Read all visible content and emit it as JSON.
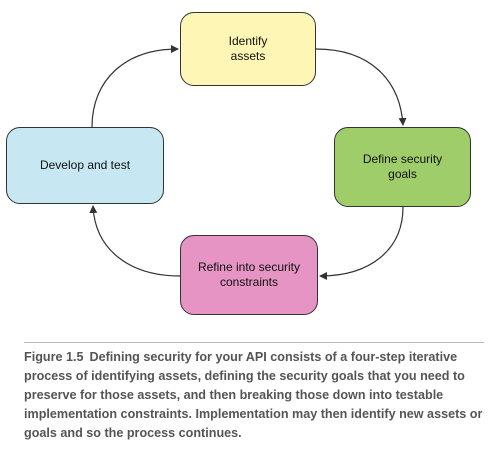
{
  "diagram": {
    "nodes": [
      {
        "id": "identify",
        "line1": "Identify",
        "line2": "assets",
        "color": "#fdf6b4"
      },
      {
        "id": "define",
        "line1": "Define security",
        "line2": "goals",
        "color": "#9fcd6a"
      },
      {
        "id": "refine",
        "line1": "Refine into security",
        "line2": "constraints",
        "color": "#e594c3"
      },
      {
        "id": "develop",
        "line1": "Develop and test",
        "line2": "",
        "color": "#c7e7f2"
      }
    ],
    "edge_color": "#333333"
  },
  "caption": {
    "number": "Figure 1.5",
    "text": "Defining security for your API consists of a four-step iterative process of identifying assets, defining the security goals that you need to preserve for those assets, and then breaking those down into testable implementation constraints. Implementation may then identify new assets or goals and so the process continues."
  }
}
